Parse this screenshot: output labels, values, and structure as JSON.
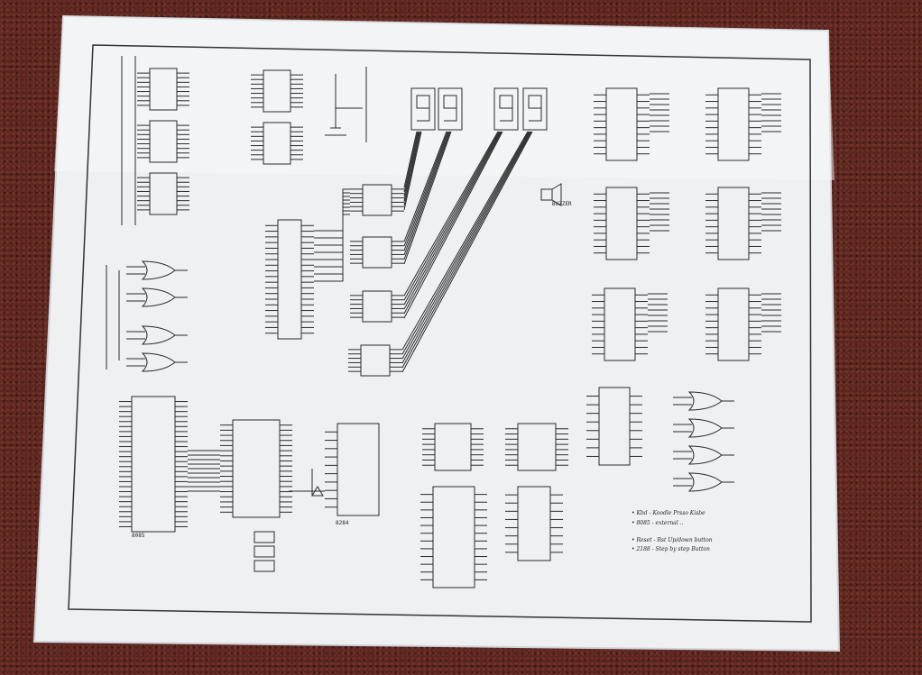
{
  "photo": {
    "subject": "hand-drawn schematic sheet on carpet"
  },
  "colors": {
    "carpet": "#5a2620",
    "paper": "#eef0f2",
    "ink": "#2a2a2a"
  },
  "labels": {
    "buzzer": "BUZZER",
    "chip_bottom_left": "8085",
    "chip_8284": "8284",
    "notes": [
      "• Kbd - Koodle Prsso Kisbe",
      "• 8085 - external ..",
      "• Reset - Rst Up/down button",
      "• 2188 - Step by step Button"
    ]
  }
}
